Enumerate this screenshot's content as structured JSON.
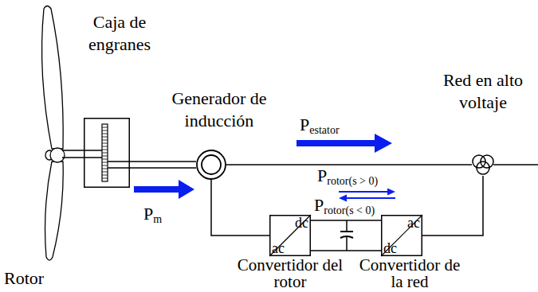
{
  "diagram": {
    "nodes": [
      {
        "text": [
          "Rotor"
        ]
      },
      {
        "text": [
          "Caja de engranes"
        ]
      },
      {
        "text": [
          "Generador de inducción"
        ]
      },
      {
        "text": [
          "dc",
          "ac",
          "Convertidor del rotor"
        ]
      },
      {
        "text": [
          "ac",
          "dc",
          "Convertidor de la red"
        ]
      },
      {
        "text": [
          "Red en alto voltaje"
        ]
      }
    ],
    "edges": [
      {
        "from": 0,
        "to": 1,
        "arrow": "none"
      },
      {
        "from": 1,
        "to": 2,
        "arrow": "none"
      },
      {
        "from": 2,
        "to": 5,
        "arrow": "none"
      },
      {
        "from": 2,
        "to": 3,
        "arrow": "none"
      },
      {
        "from": 3,
        "to": 4,
        "arrow": "none"
      },
      {
        "from": 4,
        "to": 5,
        "arrow": "none"
      }
    ],
    "labels": [
      "P",
      "estator",
      "P",
      "rotor(s > 0)",
      "P",
      "rotor(s < 0)",
      "P",
      "m"
    ]
  }
}
